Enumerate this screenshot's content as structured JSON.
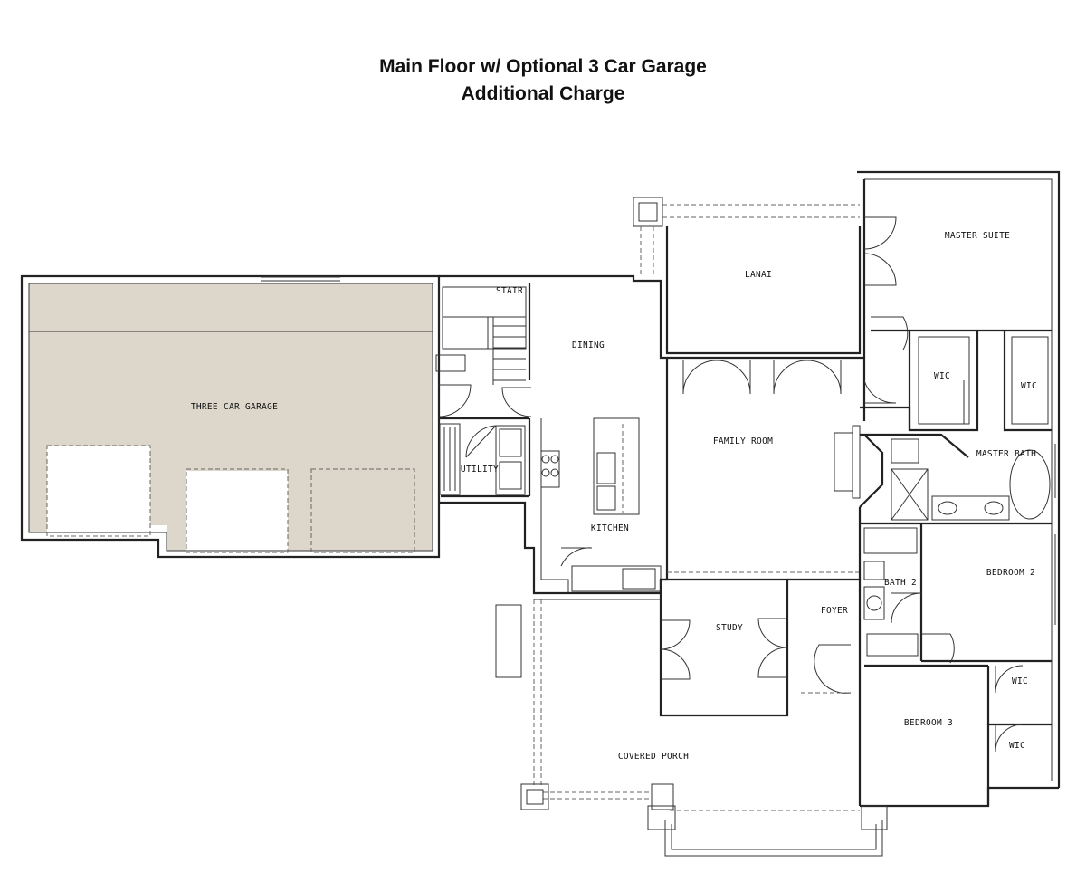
{
  "title": {
    "line1": "Main Floor w/ Optional 3 Car Garage",
    "line2": "Additional Charge"
  },
  "colors": {
    "garage_fill": "#dcd6cb",
    "wall": "#222222"
  },
  "rooms": {
    "garage": "THREE CAR GARAGE",
    "stair": "STAIR",
    "dining": "DINING",
    "lanai": "LANAI",
    "master_suite": "MASTER SUITE",
    "wic_left": "WIC",
    "wic_right": "WIC",
    "family_room": "FAMILY ROOM",
    "master_bath": "MASTER BATH",
    "utility": "UTILITY",
    "kitchen": "KITCHEN",
    "bath2": "BATH 2",
    "bedroom2": "BEDROOM 2",
    "foyer": "FOYER",
    "study": "STUDY",
    "wic_bed2": "WIC",
    "bedroom3": "BEDROOM 3",
    "wic_bed3": "WIC",
    "covered_porch": "COVERED PORCH"
  }
}
